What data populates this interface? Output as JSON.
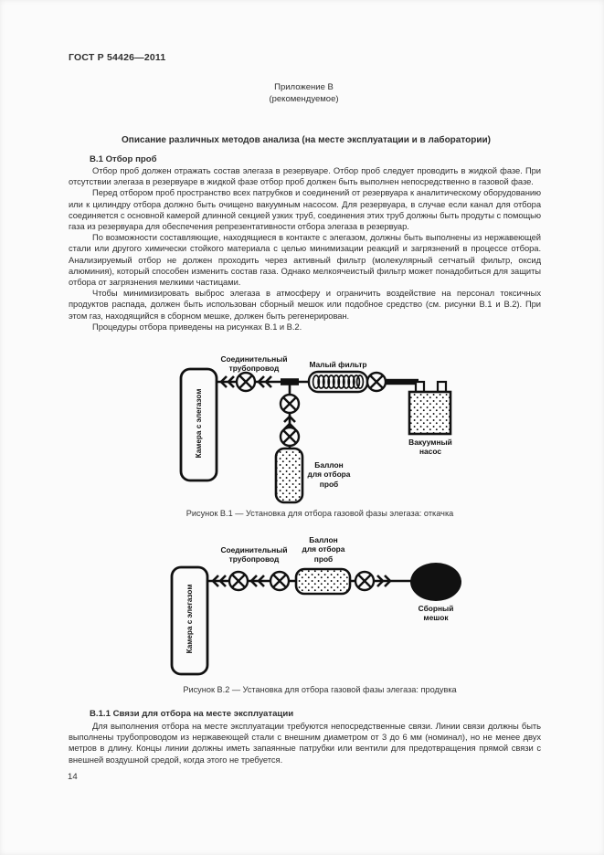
{
  "page": {
    "header": "ГОСТ Р 54426—2011",
    "appendix": "Приложение В\n(рекомендуемое)",
    "title": "Описание различных методов анализа (на месте эксплуатации и в лаборатории)",
    "page_number": "14"
  },
  "section_b1": {
    "heading": "В.1 Отбор проб",
    "paragraphs": [
      "Отбор проб должен отражать состав элегаза в резервуаре. Отбор проб следует проводить в жидкой фазе. При отсутствии элегаза в резервуаре в жидкой фазе отбор проб должен быть выполнен непосредственно в газовой фазе.",
      "Перед отбором проб пространство всех патрубков и соединений от резервуара к аналитическому оборудованию или к цилиндру отбора должно быть очищено вакуумным насосом. Для резервуара, в случае если канал для отбора соединяется с основной камерой длинной секцией узких труб, соединения этих труб должны быть продуты с помощью газа из резервуара для обеспечения репрезентативности отбора элегаза в резервуар.",
      "По возможности составляющие, находящиеся в контакте с элегазом, должны быть выполнены из нержавеющей стали или другого химически стойкого материала с целью минимизации реакций и загрязнений в процессе отбора. Анализируемый отбор не должен проходить через активный фильтр (молекулярный сетчатый фильтр, оксид алюминия), который способен изменить состав газа. Однако мелкоячеистый фильтр может понадобиться для защиты отбора от загрязнения мелкими частицами.",
      "Чтобы минимизировать выброс элегаза в атмосферу и ограничить воздействие на персонал токсичных продуктов распада, должен быть использован сборный мешок или подобное средство (см. рисунки В.1 и В.2). При этом газ, находящийся в сборном мешке, должен быть регенерирован.",
      "Процедуры отбора приведены на рисунках В.1 и В.2."
    ]
  },
  "figure_b1": {
    "labels": {
      "chamber": "Камера с элегазом",
      "pipeline": "Соединительный\nтрубопровод",
      "filter": "Малый фильтр",
      "cylinder": "Баллон\nдля отбора\nпроб",
      "pump": "Вакуумный\nнасос"
    },
    "caption": "Рисунок В.1 — Установка для отбора газовой фазы элегаза: откачка"
  },
  "figure_b2": {
    "labels": {
      "chamber": "Камера с элегазом",
      "pipeline": "Соединительный\nтрубопровод",
      "cylinder": "Баллон\nдля отбора\nпроб",
      "bag": "Сборный\nмешок"
    },
    "caption": "Рисунок В.2 — Установка для отбора газовой фазы элегаза: продувка"
  },
  "section_b11": {
    "heading": "В.1.1  Связи для отбора на месте эксплуатации",
    "paragraphs": [
      "Для выполнения отбора на месте эксплуатации требуются непосредственные связи. Линии связи должны быть выполнены трубопроводом из нержавеющей стали с внешним диаметром от 3 до 6 мм (номинал), но не менее двух метров в длину. Концы линии должны иметь запаянные патрубки или вентили для предотвращения прямой связи с внешней воздушной средой, когда этого не требуется."
    ]
  },
  "colors": {
    "ink": "#111111",
    "paper": "#fbfbfb"
  }
}
